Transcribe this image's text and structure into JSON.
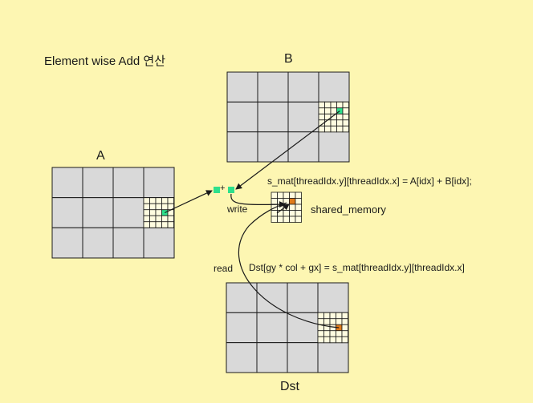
{
  "title": "Element wise Add 연산",
  "labels": {
    "matrix_a": "A",
    "matrix_b": "B",
    "matrix_dst": "Dst",
    "shared_memory": "shared_memory",
    "plus": "+",
    "write": "write",
    "read": "read"
  },
  "code": {
    "add_statement": "s_mat[threadIdx.y][threadIdx.x] = A[idx] + B[idx];",
    "store_statement": "Dst[gy * col + gx] = s_mat[threadIdx.y][threadIdx.x]"
  },
  "colors": {
    "background": "#fdf6b2",
    "block_cell": "#d9d9d9",
    "thread_cell": "#fffce0",
    "input_element": "#2ee08c",
    "output_element": "#e07b1a",
    "line": "#1a1a1a"
  }
}
